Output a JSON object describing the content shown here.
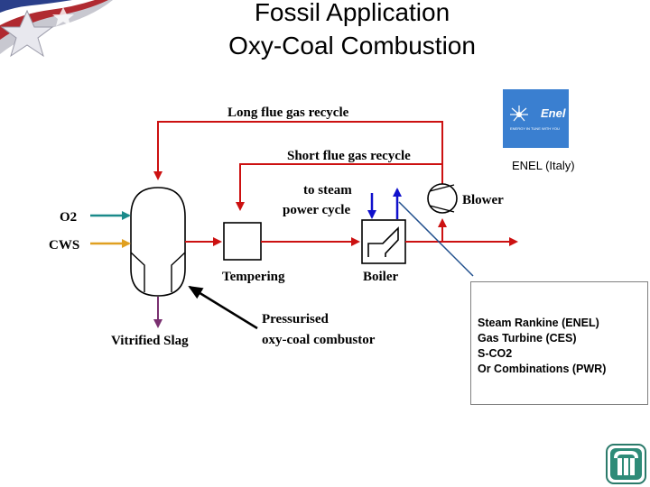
{
  "title": {
    "line1": "Fossil Application",
    "line2": "Oxy-Coal Combustion"
  },
  "diagram": {
    "long_recycle": "Long flue gas recycle",
    "short_recycle": "Short flue gas recycle",
    "o2": "O2",
    "cws": "CWS",
    "to_steam_line1": "to steam",
    "to_steam_line2": "power cycle",
    "blower": "Blower",
    "tempering": "Tempering",
    "boiler": "Boiler",
    "vitrified_slag": "Vitrified Slag",
    "combustor_line1": "Pressurised",
    "combustor_line2": "oxy-coal combustor",
    "colors": {
      "flow": "#cc1111",
      "o2": "#1a8a8a",
      "cws": "#e0a020",
      "slag": "#7a3070",
      "steam": "#1010cc",
      "callout_line": "#1f4e8c"
    }
  },
  "enel": {
    "logo_text": "Enel",
    "logo_tagline": "ENERGY IN TUNE WITH YOU",
    "caption": "ENEL (Italy)"
  },
  "callout": {
    "items": [
      "Steam Rankine (ENEL)",
      "Gas Turbine (CES)",
      "S-CO2",
      "Or Combinations (PWR)"
    ]
  },
  "icons": {
    "flag": "flag-star-icon",
    "corner": "sandia-logo-icon"
  }
}
